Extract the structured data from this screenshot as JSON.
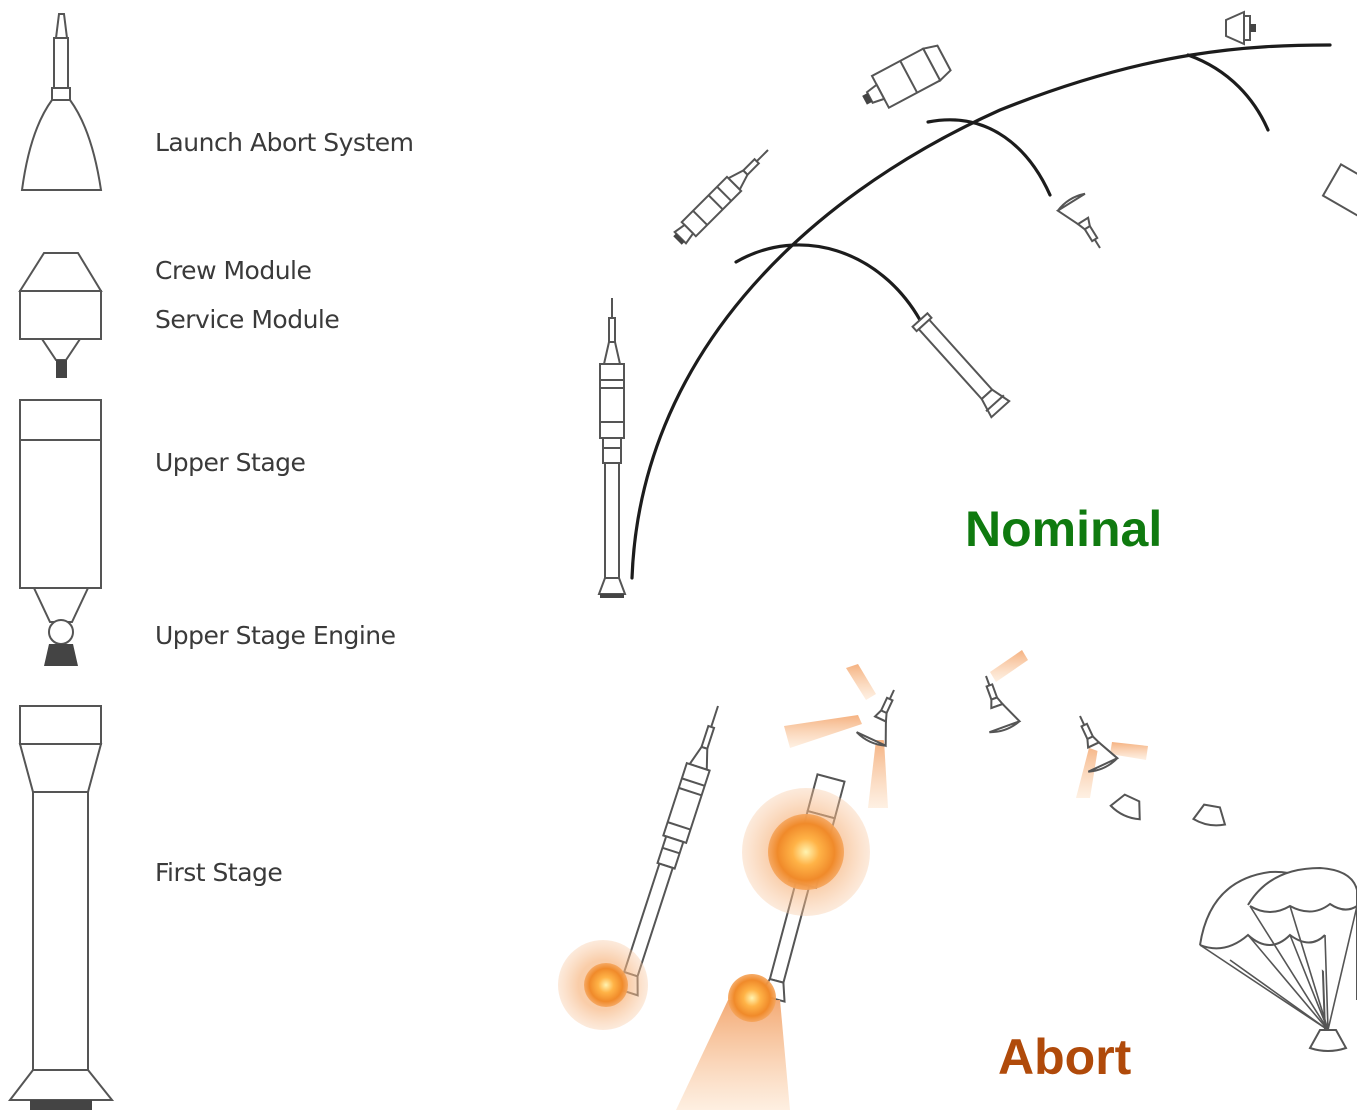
{
  "stack_labels": {
    "launch_abort_system": "Launch Abort System",
    "crew_module": "Crew Module",
    "service_module": "Service Module",
    "upper_stage": "Upper Stage",
    "upper_stage_engine": "Upper Stage Engine",
    "first_stage": "First Stage"
  },
  "scenario_labels": {
    "nominal": "Nominal",
    "abort": "Abort"
  },
  "colors": {
    "nominal": "#0f7a0f",
    "abort": "#b04a0a",
    "outline": "#555555",
    "flame": "#f5a45a",
    "fireball": "#f08a2a"
  }
}
